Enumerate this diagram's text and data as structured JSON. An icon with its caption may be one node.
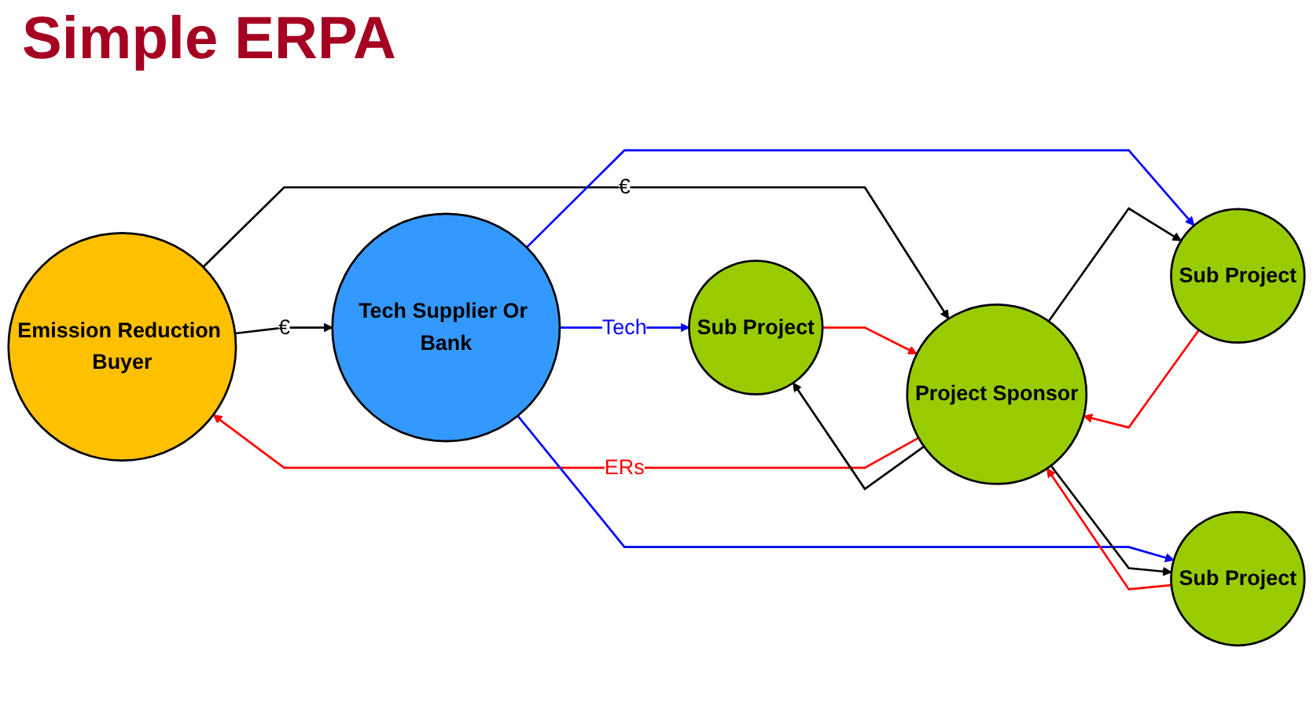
{
  "diagram": {
    "title": "Simple ERPA",
    "nodes": [
      {
        "text": [
          "Emission Reduction Buyer"
        ]
      },
      {
        "text": [
          "Tech Supplier Or Bank"
        ]
      },
      {
        "text": [
          "Project Sponsor"
        ]
      },
      {
        "text": [
          "Sub Project"
        ]
      },
      {
        "text": [
          "Sub Project"
        ]
      },
      {
        "text": [
          "Sub Project"
        ]
      }
    ],
    "edges": [
      {
        "from": 0,
        "to": 1,
        "label": "€",
        "arrow": "to"
      },
      {
        "from": 0,
        "to": 2,
        "label": "€",
        "arrow": "to"
      },
      {
        "from": 2,
        "to": 0,
        "label": "ERs",
        "arrow": "to",
        "color": "#ff0000"
      },
      {
        "from": 1,
        "to": 3,
        "label": "Tech",
        "arrow": "to",
        "color": "#0000ff"
      },
      {
        "from": 1,
        "to": 4,
        "arrow": "to",
        "color": "#0000ff"
      },
      {
        "from": 1,
        "to": 5,
        "arrow": "to",
        "color": "#0000ff"
      },
      {
        "from": 2,
        "to": 3,
        "arrow": "to"
      },
      {
        "from": 3,
        "to": 2,
        "arrow": "to",
        "color": "#ff0000"
      },
      {
        "from": 2,
        "to": 4,
        "arrow": "to"
      },
      {
        "from": 4,
        "to": 2,
        "arrow": "to",
        "color": "#ff0000"
      },
      {
        "from": 2,
        "to": 5,
        "arrow": "to"
      },
      {
        "from": 5,
        "to": 2,
        "arrow": "to",
        "color": "#ff0000"
      }
    ]
  }
}
